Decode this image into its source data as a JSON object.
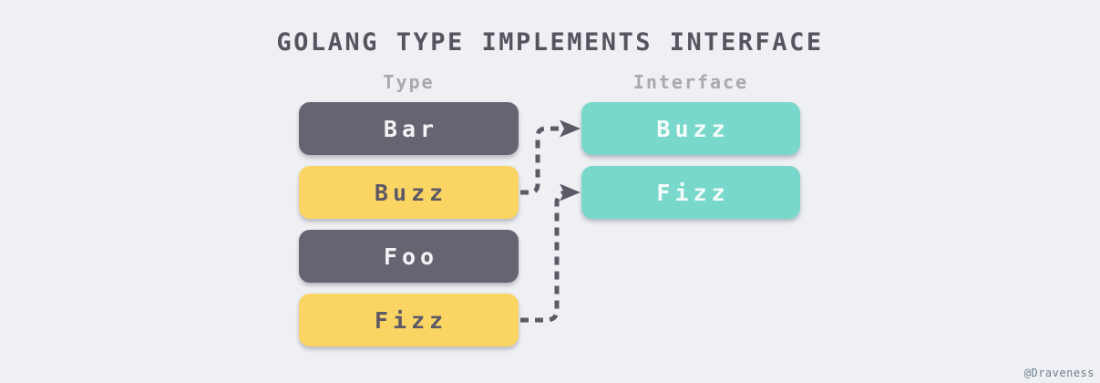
{
  "title": "GOLANG TYPE IMPLEMENTS INTERFACE",
  "watermark": "@Draveness",
  "columns": {
    "type": {
      "label": "Type",
      "items": [
        {
          "name": "Bar",
          "variant": "dark"
        },
        {
          "name": "Buzz",
          "variant": "yellow"
        },
        {
          "name": "Foo",
          "variant": "dark"
        },
        {
          "name": "Fizz",
          "variant": "yellow"
        }
      ]
    },
    "interface": {
      "label": "Interface",
      "items": [
        {
          "name": "Buzz",
          "variant": "teal"
        },
        {
          "name": "Fizz",
          "variant": "teal"
        }
      ]
    }
  },
  "relations": [
    {
      "from": "Type.Buzz",
      "to": "Interface.Buzz"
    },
    {
      "from": "Type.Fizz",
      "to": "Interface.Fizz"
    }
  ],
  "colors": {
    "background": "#eef0f3",
    "type_concrete_box": "#676472",
    "type_implementing_box": "#fbd563",
    "interface_box": "#78d8cb",
    "arrow": "#5d5a66",
    "title_text": "#57545f",
    "column_label_text": "#a8a8b0",
    "watermark_text": "#6e7f8d"
  }
}
